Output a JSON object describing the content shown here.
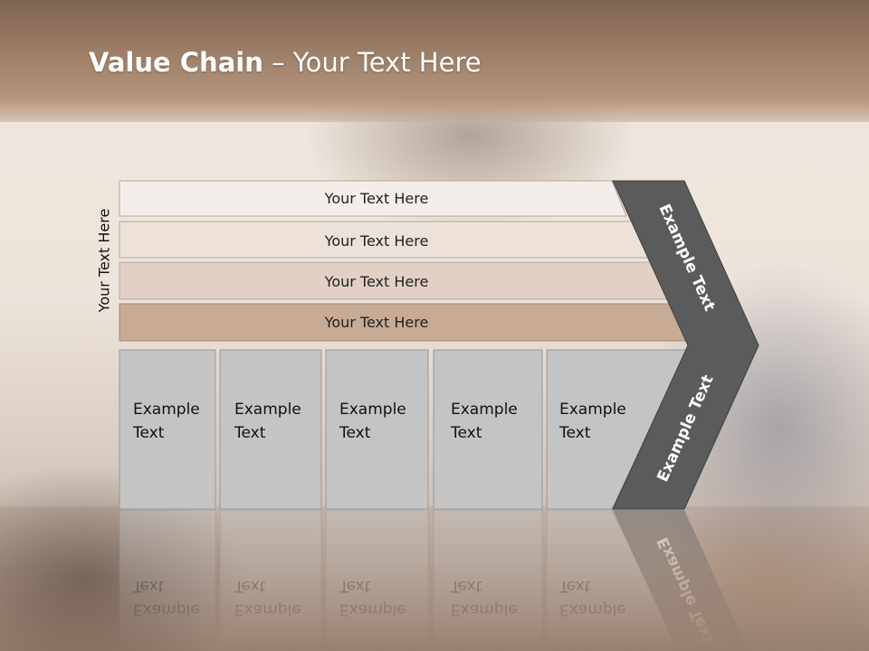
{
  "slide": {
    "title_bold": "Value Chain",
    "title_rest": " – Your Text Here",
    "side_label": "Your Text Here"
  },
  "rows": [
    {
      "label": "Your Text Here",
      "fill": "#f3eeea"
    },
    {
      "label": "Your Text Here",
      "fill": "#ece2da"
    },
    {
      "label": "Your Text Here",
      "fill": "#e1d0c3"
    },
    {
      "label": "Your Text Here",
      "fill": "#c8ab94"
    }
  ],
  "cells": [
    {
      "line1": "Example",
      "line2": "Text"
    },
    {
      "line1": "Example",
      "line2": "Text"
    },
    {
      "line1": "Example",
      "line2": "Text"
    },
    {
      "line1": "Example",
      "line2": "Text"
    },
    {
      "line1": "Example",
      "line2": "Text"
    }
  ],
  "arrow": {
    "top_text": "Example Text",
    "bottom_text": "Example Text",
    "fill": "#5b5b5b"
  },
  "colors": {
    "cell_fill": "#c4c4c4",
    "title_band": "#9b7d67"
  }
}
